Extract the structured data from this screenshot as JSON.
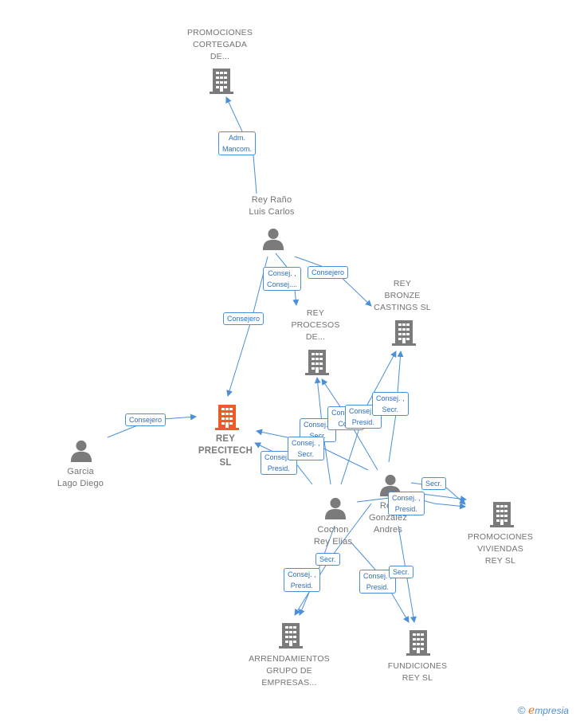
{
  "nodes": {
    "promo_cortegada": {
      "kind": "company",
      "label": [
        "PROMOCIONES",
        "CORTEGADA",
        "DE..."
      ]
    },
    "rey_rano": {
      "kind": "person",
      "label": [
        "Rey Raño",
        "Luis Carlos"
      ]
    },
    "rey_procesos": {
      "kind": "company",
      "label": [
        "REY",
        "PROCESOS",
        "DE..."
      ]
    },
    "rey_bronze": {
      "kind": "company",
      "label": [
        "REY",
        "BRONZE",
        "CASTINGS  SL"
      ]
    },
    "rey_precitech": {
      "kind": "company",
      "focus": true,
      "label": [
        "REY",
        "PRECITECH",
        "SL"
      ]
    },
    "garcia_lago": {
      "kind": "person",
      "label": [
        "Garcia",
        "Lago Diego"
      ]
    },
    "cochon_rey": {
      "kind": "person",
      "label": [
        "Cochon",
        "Rey Elias"
      ]
    },
    "rey_gonzalez": {
      "kind": "person",
      "label": [
        "Rey",
        "Gonzalez",
        "Andres"
      ]
    },
    "promo_viviendas": {
      "kind": "company",
      "label": [
        "PROMOCIONES",
        "VIVIENDAS",
        "REY SL"
      ]
    },
    "arrendamientos": {
      "kind": "company",
      "label": [
        "ARRENDAMIENTOS",
        "GRUPO DE",
        "EMPRESAS..."
      ]
    },
    "fundiciones": {
      "kind": "company",
      "label": [
        "FUNDICIONES",
        "REY SL"
      ]
    }
  },
  "edge_labels": [
    {
      "id": "e1",
      "lines": [
        "Adm.",
        "Mancom."
      ]
    },
    {
      "id": "e2",
      "lines": [
        "Consej. ,",
        "Consej...."
      ]
    },
    {
      "id": "e3",
      "lines": [
        "Consejero"
      ]
    },
    {
      "id": "e4",
      "lines": [
        "Consejero"
      ]
    },
    {
      "id": "e5",
      "lines": [
        "Consejero"
      ]
    },
    {
      "id": "e6",
      "lines": [
        "Consej. ,",
        "Secr."
      ]
    },
    {
      "id": "e7",
      "lines": [
        "Consej. ,",
        "Presid."
      ]
    },
    {
      "id": "e8",
      "lines": [
        "Consej. ,",
        "Co..."
      ]
    },
    {
      "id": "e9",
      "lines": [
        "Consej. ,",
        "Secr."
      ]
    },
    {
      "id": "e10",
      "lines": [
        "Consej. ,",
        "Presid."
      ]
    },
    {
      "id": "e11",
      "lines": [
        "Secr."
      ]
    },
    {
      "id": "e12",
      "lines": [
        "Consej. ,",
        "Presid."
      ]
    },
    {
      "id": "e13",
      "lines": [
        "Secr."
      ]
    },
    {
      "id": "e14",
      "lines": [
        "Consej. ,",
        "Presid."
      ]
    },
    {
      "id": "e15",
      "lines": [
        "Consej. ,",
        "Presid."
      ]
    },
    {
      "id": "e16",
      "lines": [
        "Secr."
      ]
    }
  ],
  "colors": {
    "edge": "#4a8fd8",
    "company": "#7b7b7b",
    "focus": "#f05a28",
    "person": "#7b7b7b"
  },
  "brand": {
    "copyright": "©",
    "initial": "e",
    "rest": "mpresia"
  }
}
